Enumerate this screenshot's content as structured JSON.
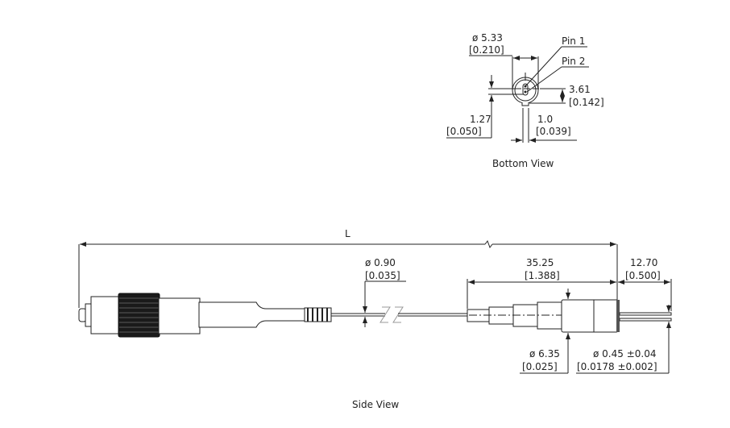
{
  "bottom_view": {
    "title": "Bottom View",
    "diameter": {
      "mm": "ø 5.33",
      "in": "[0.210]"
    },
    "pin1_label": "Pin 1",
    "pin2_label": "Pin 2",
    "height": {
      "mm": "3.61",
      "in": "[0.142]"
    },
    "pin_spacing": {
      "mm": "1.27",
      "in": "[0.050]"
    },
    "tab_width": {
      "mm": "1.0",
      "in": "[0.039]"
    }
  },
  "side_view": {
    "title": "Side View",
    "length_label": "L",
    "fiber_diameter": {
      "mm": "ø 0.90",
      "in": "[0.035]"
    },
    "body_length": {
      "mm": "35.25",
      "in": "[1.388]"
    },
    "pin_length": {
      "mm": "12.70",
      "in": "[0.500]"
    },
    "body_diameter": {
      "mm": "ø 6.35",
      "in": "[0.025]"
    },
    "pin_diameter": {
      "mm": "ø 0.45 ±0.04",
      "in": "[0.0178 ±0.002]"
    }
  }
}
